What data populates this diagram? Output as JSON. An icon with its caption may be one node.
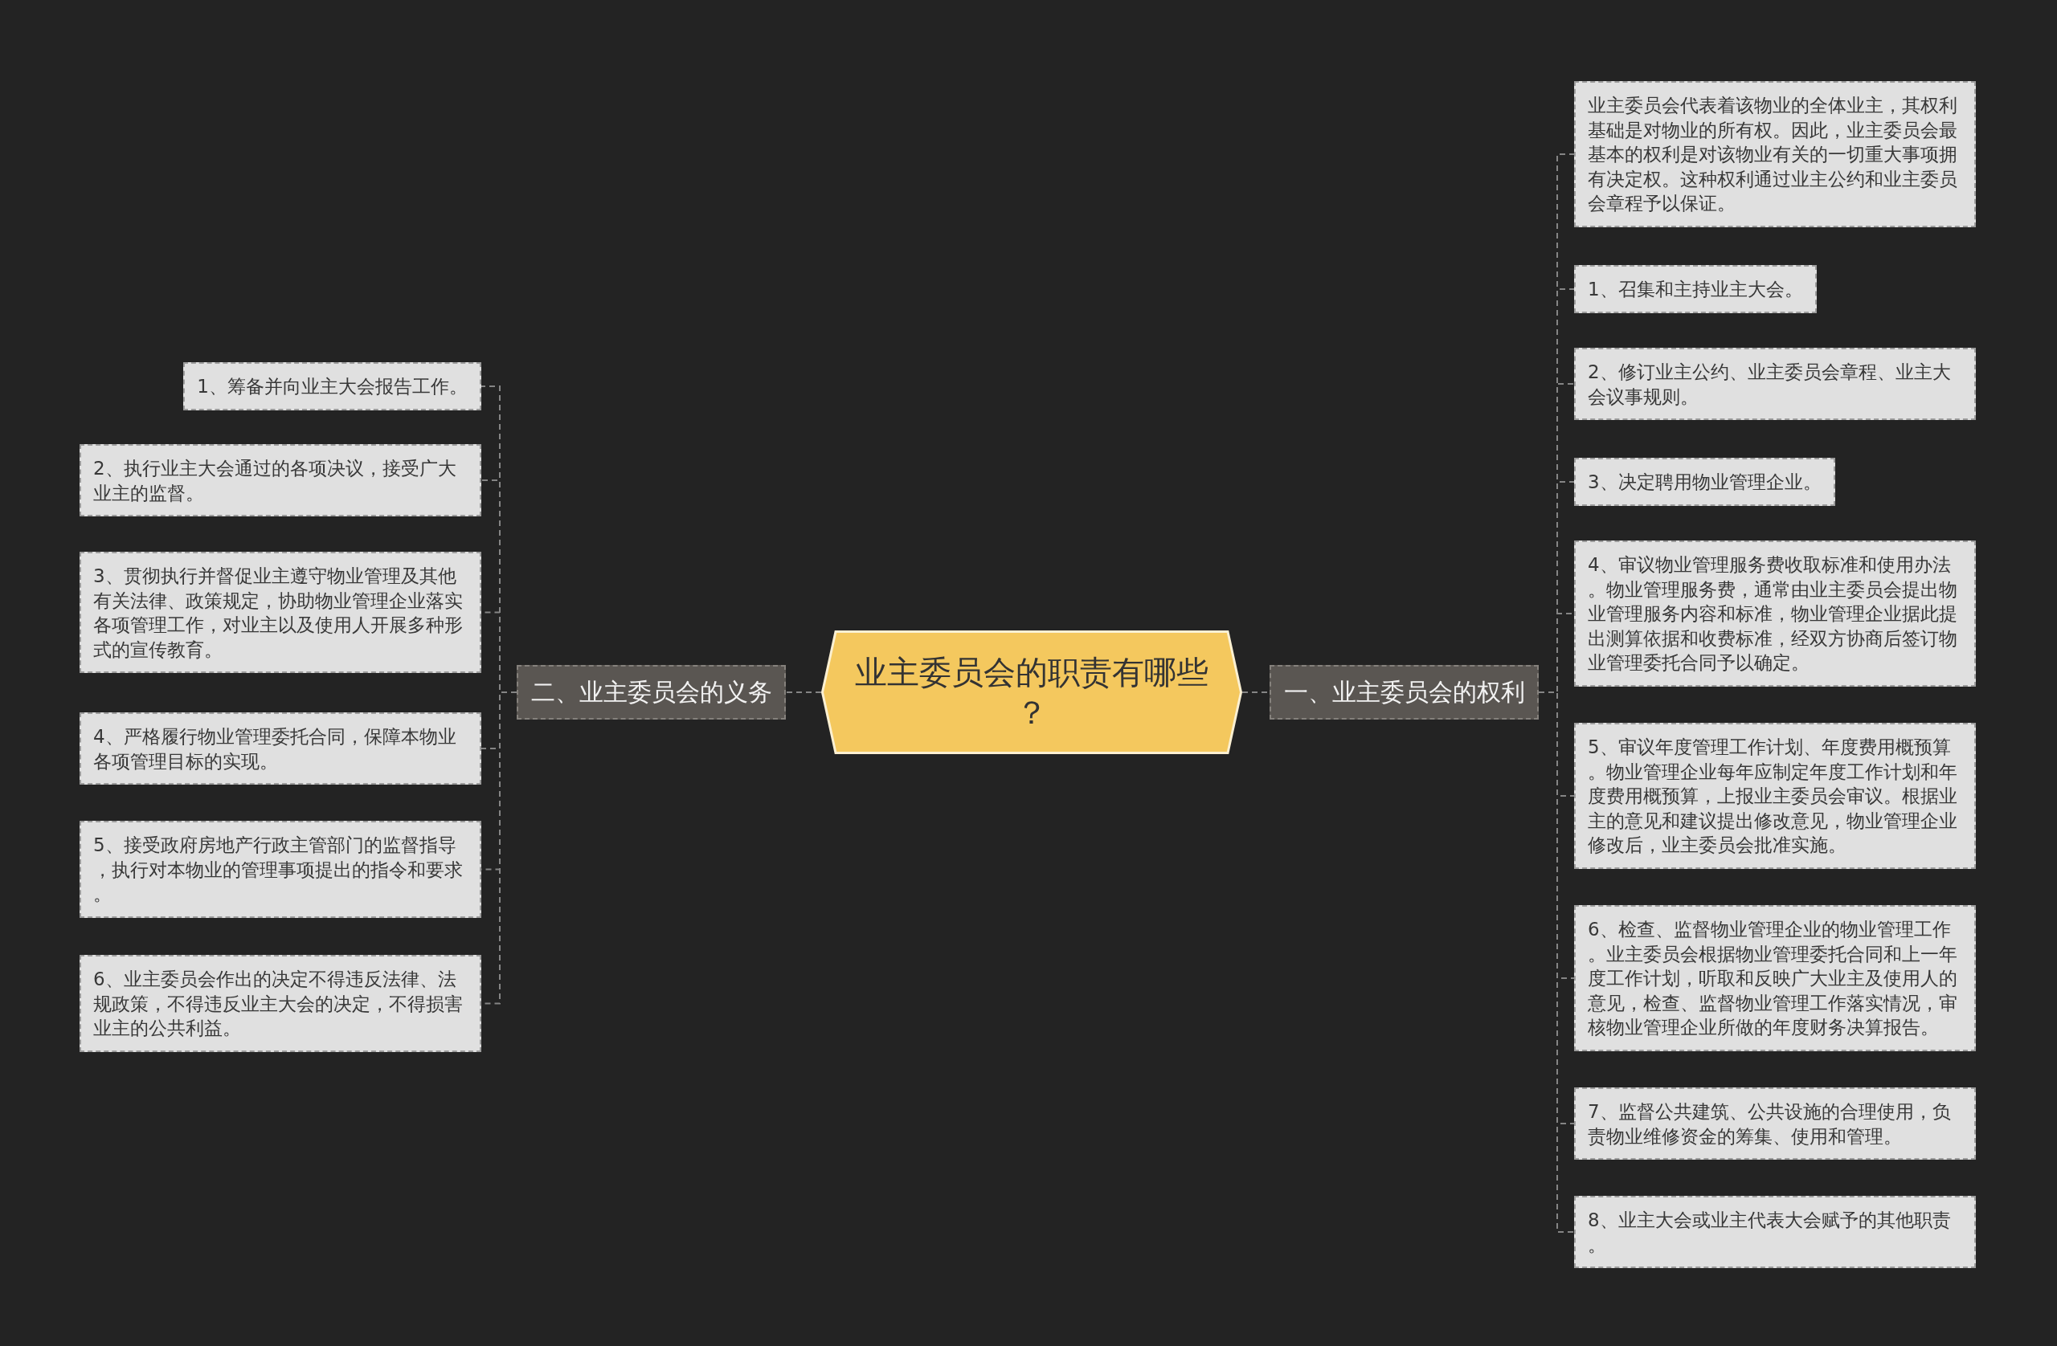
{
  "diagram": {
    "nodes": [
      {
        "text": [
          "业主委员会的职责有哪些？"
        ]
      },
      {
        "text": [
          "一、业主委员会的权利"
        ]
      },
      {
        "text": [
          "业主委员会代表着该物业的全体业主，其权利基础是对物业的所有权。因此，业主委员会最基本的权利是对该物业有关的一切重大事项拥有决定权。这种权利通过业主公约和业主委员会章程予以保证。"
        ]
      },
      {
        "text": [
          "1、召集和主持业主大会。"
        ]
      },
      {
        "text": [
          "2、修订业主公约、业主委员会章程、业主大会议事规则。"
        ]
      },
      {
        "text": [
          "3、决定聘用物业管理企业。"
        ]
      },
      {
        "text": [
          "4、审议物业管理服务费收取标准和使用办法。物业管理服务费，通常由业主委员会提出物业管理服务内容和标准，物业管理企业据此提出测算依据和收费标准，经双方协商后签订物业管理委托合同予以确定。"
        ]
      },
      {
        "text": [
          "5、审议年度管理工作计划、年度费用概预算。物业管理企业每年应制定年度工作计划和年度费用概预算，上报业主委员会审议。根据业主的意见和建议提出修改意见，物业管理企业修改后，业主委员会批准实施。"
        ]
      },
      {
        "text": [
          "6、检查、监督物业管理企业的物业管理工作。业主委员会根据物业管理委托合同和上一年度工作计划，听取和反映广大业主及使用人的意见，检查、监督物业管理工作落实情况，审核物业管理企业所做的年度财务决算报告。"
        ]
      },
      {
        "text": [
          "7、监督公共建筑、公共设施的合理使用，负责物业维修资金的筹集、使用和管理。"
        ]
      },
      {
        "text": [
          "8、业主大会或业主代表大会赋予的其他职责。"
        ]
      },
      {
        "text": [
          "二、业主委员会的义务"
        ]
      },
      {
        "text": [
          "1、筹备并向业主大会报告工作。"
        ]
      },
      {
        "text": [
          "2、执行业主大会通过的各项决议，接受广大业主的监督。"
        ]
      },
      {
        "text": [
          "3、贯彻执行并督促业主遵守物业管理及其他有关法律、政策规定，协助物业管理企业落实各项管理工作，对业主以及使用人开展多种形式的宣传教育。"
        ]
      },
      {
        "text": [
          "4、严格履行物业管理委托合同，保障本物业各项管理目标的实现。"
        ]
      },
      {
        "text": [
          "5、接受政府房地产行政主管部门的监督指导，执行对本物业的管理事项提出的指令和要求。"
        ]
      },
      {
        "text": [
          "6、业主委员会作出的决定不得违反法律、法规政策，不得违反业主大会的决定，不得损害业主的公共利益。"
        ]
      }
    ],
    "edges": [
      {
        "from": 0,
        "to": 1,
        "arrow": "none"
      },
      {
        "from": 1,
        "to": 2,
        "arrow": "none"
      },
      {
        "from": 1,
        "to": 3,
        "arrow": "none"
      },
      {
        "from": 1,
        "to": 4,
        "arrow": "none"
      },
      {
        "from": 1,
        "to": 5,
        "arrow": "none"
      },
      {
        "from": 1,
        "to": 6,
        "arrow": "none"
      },
      {
        "from": 1,
        "to": 7,
        "arrow": "none"
      },
      {
        "from": 1,
        "to": 8,
        "arrow": "none"
      },
      {
        "from": 1,
        "to": 9,
        "arrow": "none"
      },
      {
        "from": 1,
        "to": 10,
        "arrow": "none"
      },
      {
        "from": 0,
        "to": 11,
        "arrow": "none"
      },
      {
        "from": 11,
        "to": 12,
        "arrow": "none"
      },
      {
        "from": 11,
        "to": 13,
        "arrow": "none"
      },
      {
        "from": 11,
        "to": 14,
        "arrow": "none"
      },
      {
        "from": 11,
        "to": 15,
        "arrow": "none"
      },
      {
        "from": 11,
        "to": 16,
        "arrow": "none"
      },
      {
        "from": 11,
        "to": 17,
        "arrow": "none"
      }
    ]
  }
}
